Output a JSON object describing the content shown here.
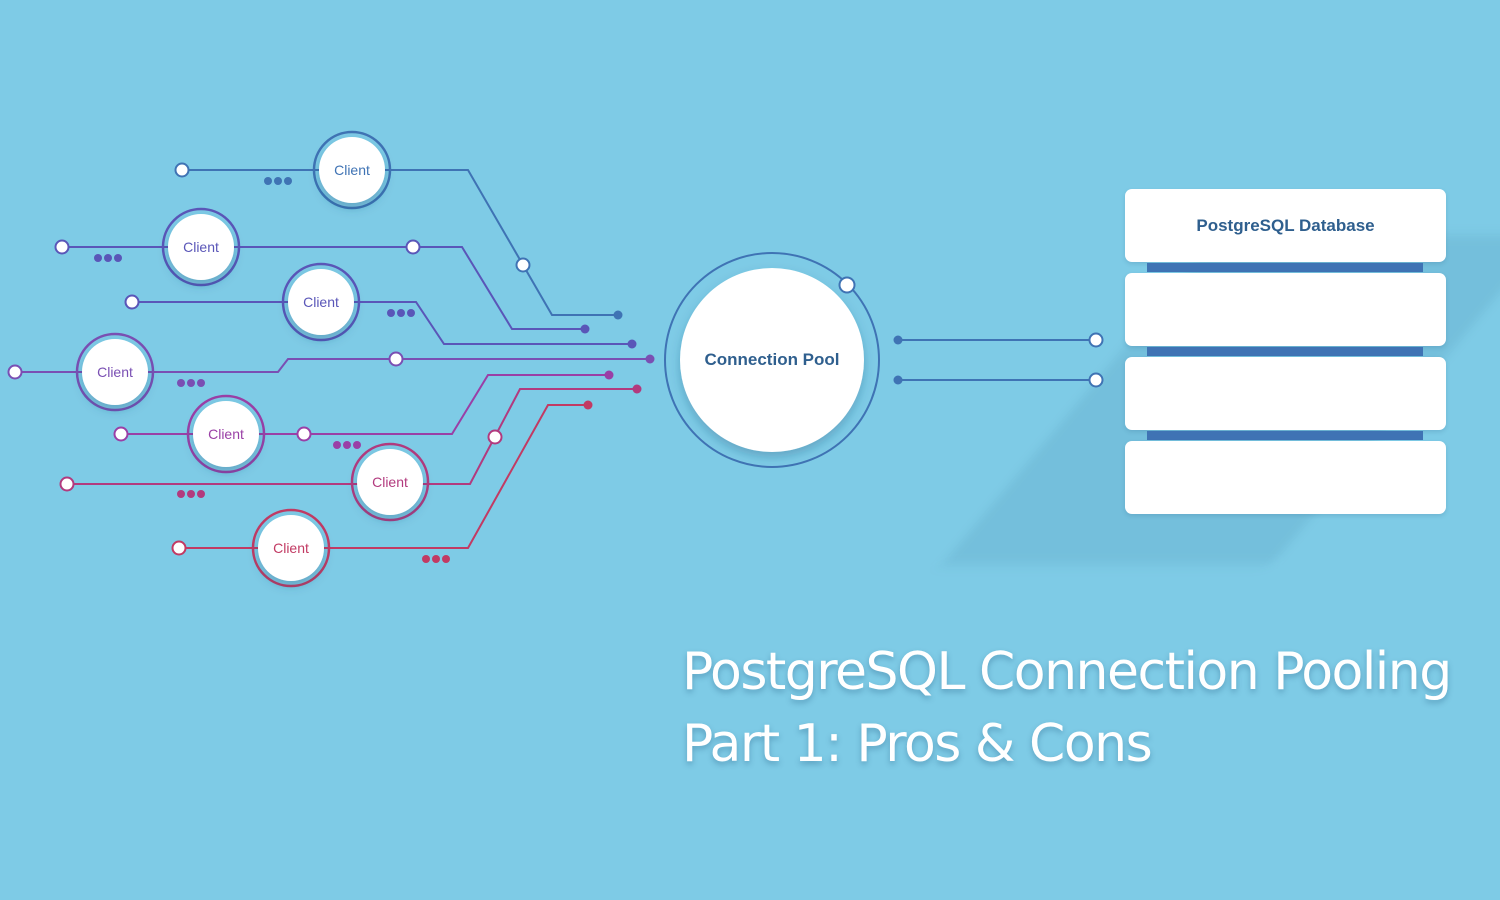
{
  "diagram": {
    "client_label": "Client",
    "pool_label": "Connection Pool",
    "database_label": "PostgreSQL Database",
    "colors": {
      "background": "#7ecbe6",
      "client_blue": "#3f73b4",
      "client_indigo": "#5a56b8",
      "client_violet": "#7a4fb3",
      "client_purple": "#9a3fa6",
      "client_magenta": "#b23a7e",
      "client_rose": "#c23a63",
      "database_bar": "#3f73b4"
    }
  },
  "headline": {
    "line1": "PostgreSQL Connection Pooling",
    "line2": "Part 1: Pros & Cons"
  }
}
